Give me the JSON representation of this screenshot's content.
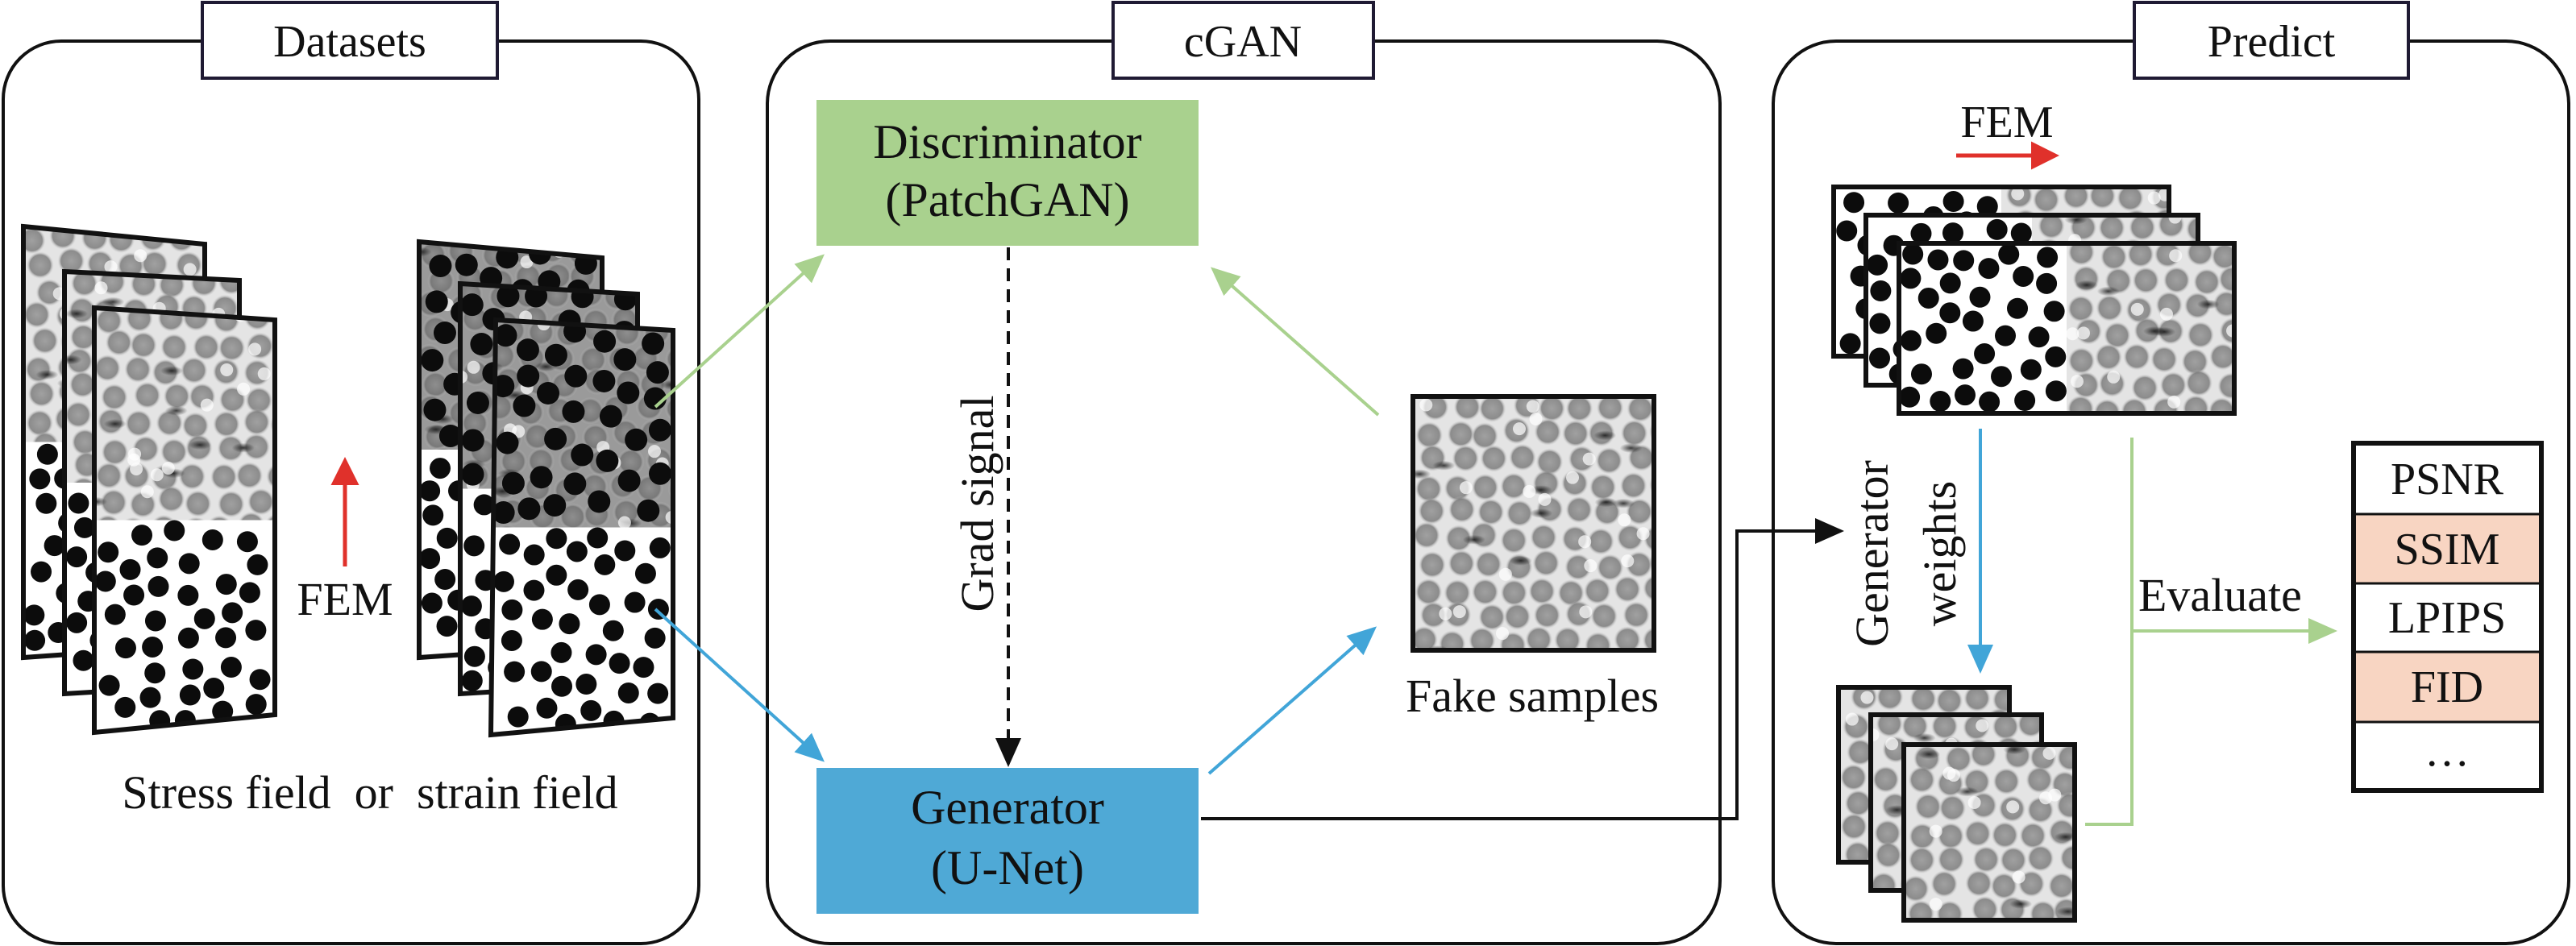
{
  "panels": {
    "datasets": {
      "title": "Datasets",
      "fem_label": "FEM",
      "caption": "Stress field  or  strain field"
    },
    "cgan": {
      "title": "cGAN",
      "discriminator": {
        "name": "Discriminator",
        "subtitle": "(PatchGAN)"
      },
      "generator": {
        "name": "Generator",
        "subtitle": "(U-Net)"
      },
      "grad_signal": "Grad signal",
      "fake_samples": "Fake samples"
    },
    "predict": {
      "title": "Predict",
      "fem_label": "FEM",
      "generator_weights": [
        "Generator",
        "weights"
      ],
      "evaluate": "Evaluate",
      "metrics": [
        {
          "label": "PSNR",
          "highlight": false
        },
        {
          "label": "SSIM",
          "highlight": true
        },
        {
          "label": "LPIPS",
          "highlight": false
        },
        {
          "label": "FID",
          "highlight": true
        },
        {
          "label": "…",
          "highlight": false
        }
      ]
    }
  },
  "colors": {
    "discriminator": "#a9d18e",
    "generator": "#4fa9d6",
    "green_arrow": "#a9d18e",
    "blue_arrow": "#41a5d8",
    "red_arrow": "#e0312b",
    "metric_highlight": "#f8d5c2"
  }
}
